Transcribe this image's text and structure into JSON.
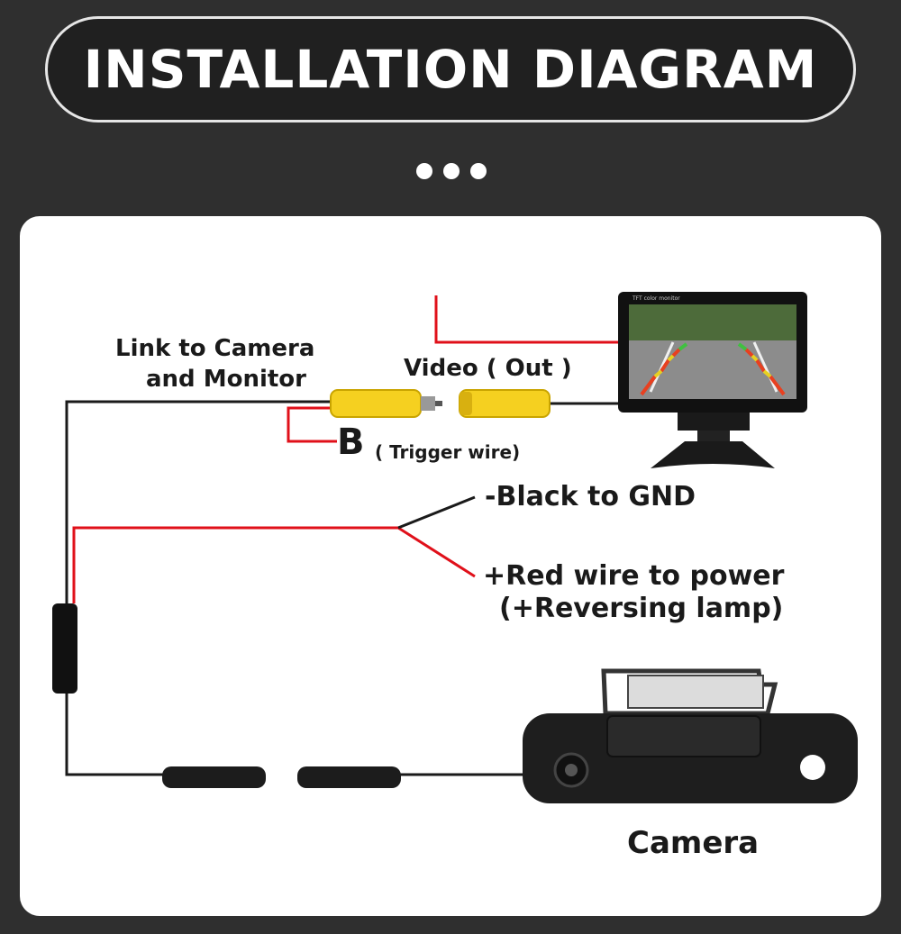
{
  "header": {
    "title": "INSTALLATION DIAGRAM"
  },
  "labels": {
    "link_line1": "Link to Camera",
    "link_line2": "and Monitor",
    "video_out": "Video ( Out )",
    "trigger_letter": "B",
    "trigger_text": "( Trigger wire)",
    "black_gnd": "-Black to GND",
    "red_power": "+Red wire to power",
    "reversing": "(+Reversing lamp)",
    "camera": "Camera"
  },
  "monitor": {
    "caption": "TFT color monitor"
  },
  "colors": {
    "background": "#2f2f2f",
    "card": "#ffffff",
    "wire_black": "#1a1a1a",
    "wire_red": "#e0101a",
    "rca_yellow": "#f5d020"
  }
}
